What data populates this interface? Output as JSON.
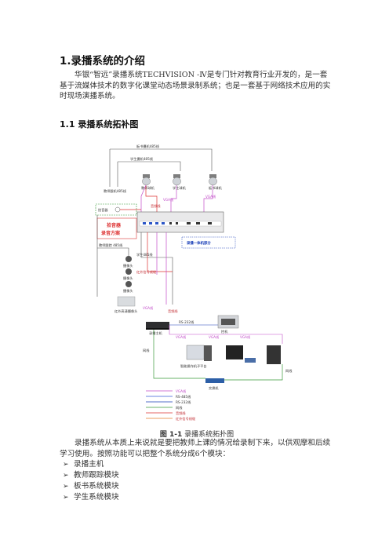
{
  "heading1": "1.录播系统的介绍",
  "intro": "华银“智远”录播系统TECHVISION -Ⅳ是专门针对教育行业开发的，是一套基于流媒体技术的数字化课堂动态场景录制系统；也是一套基于网络技术应用的实时现场演播系统。",
  "heading2": "1.1 录播系统拓补图",
  "figure": {
    "board_line": "板书摄机485线",
    "student_line": "学生摄机485线",
    "teacher_line": "教师跟机485线",
    "cam_teacher": "教师球机",
    "cam_student": "学生球机",
    "cam_board": "板书球机",
    "vga_line": "VGA线",
    "audio_line": "音频线",
    "audio_in": "拾音器",
    "mic_label_1": "拾音器",
    "mic_label_2": "录音方案",
    "teacher_track": "教师跟踪 485线",
    "main_device": "录播一体机部分",
    "cam1": "摄像头",
    "cam2": "摄像头",
    "cam3": "摄像头",
    "student_track": "学生485线",
    "ir_line": "红外信号线缆",
    "bottom_cam": "红外高清摄像头",
    "host": "录播主机",
    "switch": "交换机",
    "pc": "控机",
    "ws": "智能操作机子平台",
    "rs232": "RS-232线",
    "net": "网线",
    "legend": [
      "VGA线",
      "RS-485线",
      "RS-232线",
      "网线",
      "音频线",
      "红外信号线缆"
    ]
  },
  "caption_num": "图 1-1",
  "caption_text": "录播系统拓扑图",
  "para2": "录播系统从本质上来说就是要把教师上课的情况给录制下来，以供观摩和后续学习使用。按照功能可以把整个系统分成6个模块：",
  "modules": [
    "录播主机",
    "教师跟踪模块",
    "板书系统模块",
    "学生系统模块"
  ]
}
